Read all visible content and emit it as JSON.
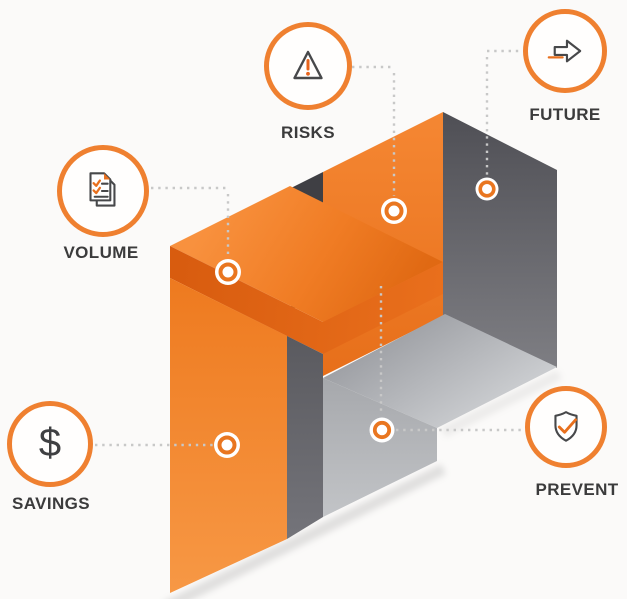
{
  "diagram": {
    "title": "isometric-steps-infographic",
    "badges": [
      {
        "id": "volume",
        "label": "VOLUME",
        "icon": "checklist-document-icon"
      },
      {
        "id": "risks",
        "label": "RISKS",
        "icon": "warning-triangle-icon"
      },
      {
        "id": "future",
        "label": "FUTURE",
        "icon": "arrow-right-icon"
      },
      {
        "id": "savings",
        "label": "SAVINGS",
        "icon": "dollar-icon",
        "glyph": "$"
      },
      {
        "id": "prevent",
        "label": "PREVENT",
        "icon": "shield-check-icon"
      }
    ],
    "colors": {
      "accent_orange": "#EF8030",
      "face_orange": "#F2811F",
      "face_orange_dark": "#DC5E10",
      "side_gray_dark": "#515157",
      "floor_gray": "#C0C2C5",
      "connector_gray": "#C8C8C8",
      "marker_ring": "#E97620",
      "icon_stroke": "#47484A",
      "label_color": "#3B3B3C"
    }
  }
}
